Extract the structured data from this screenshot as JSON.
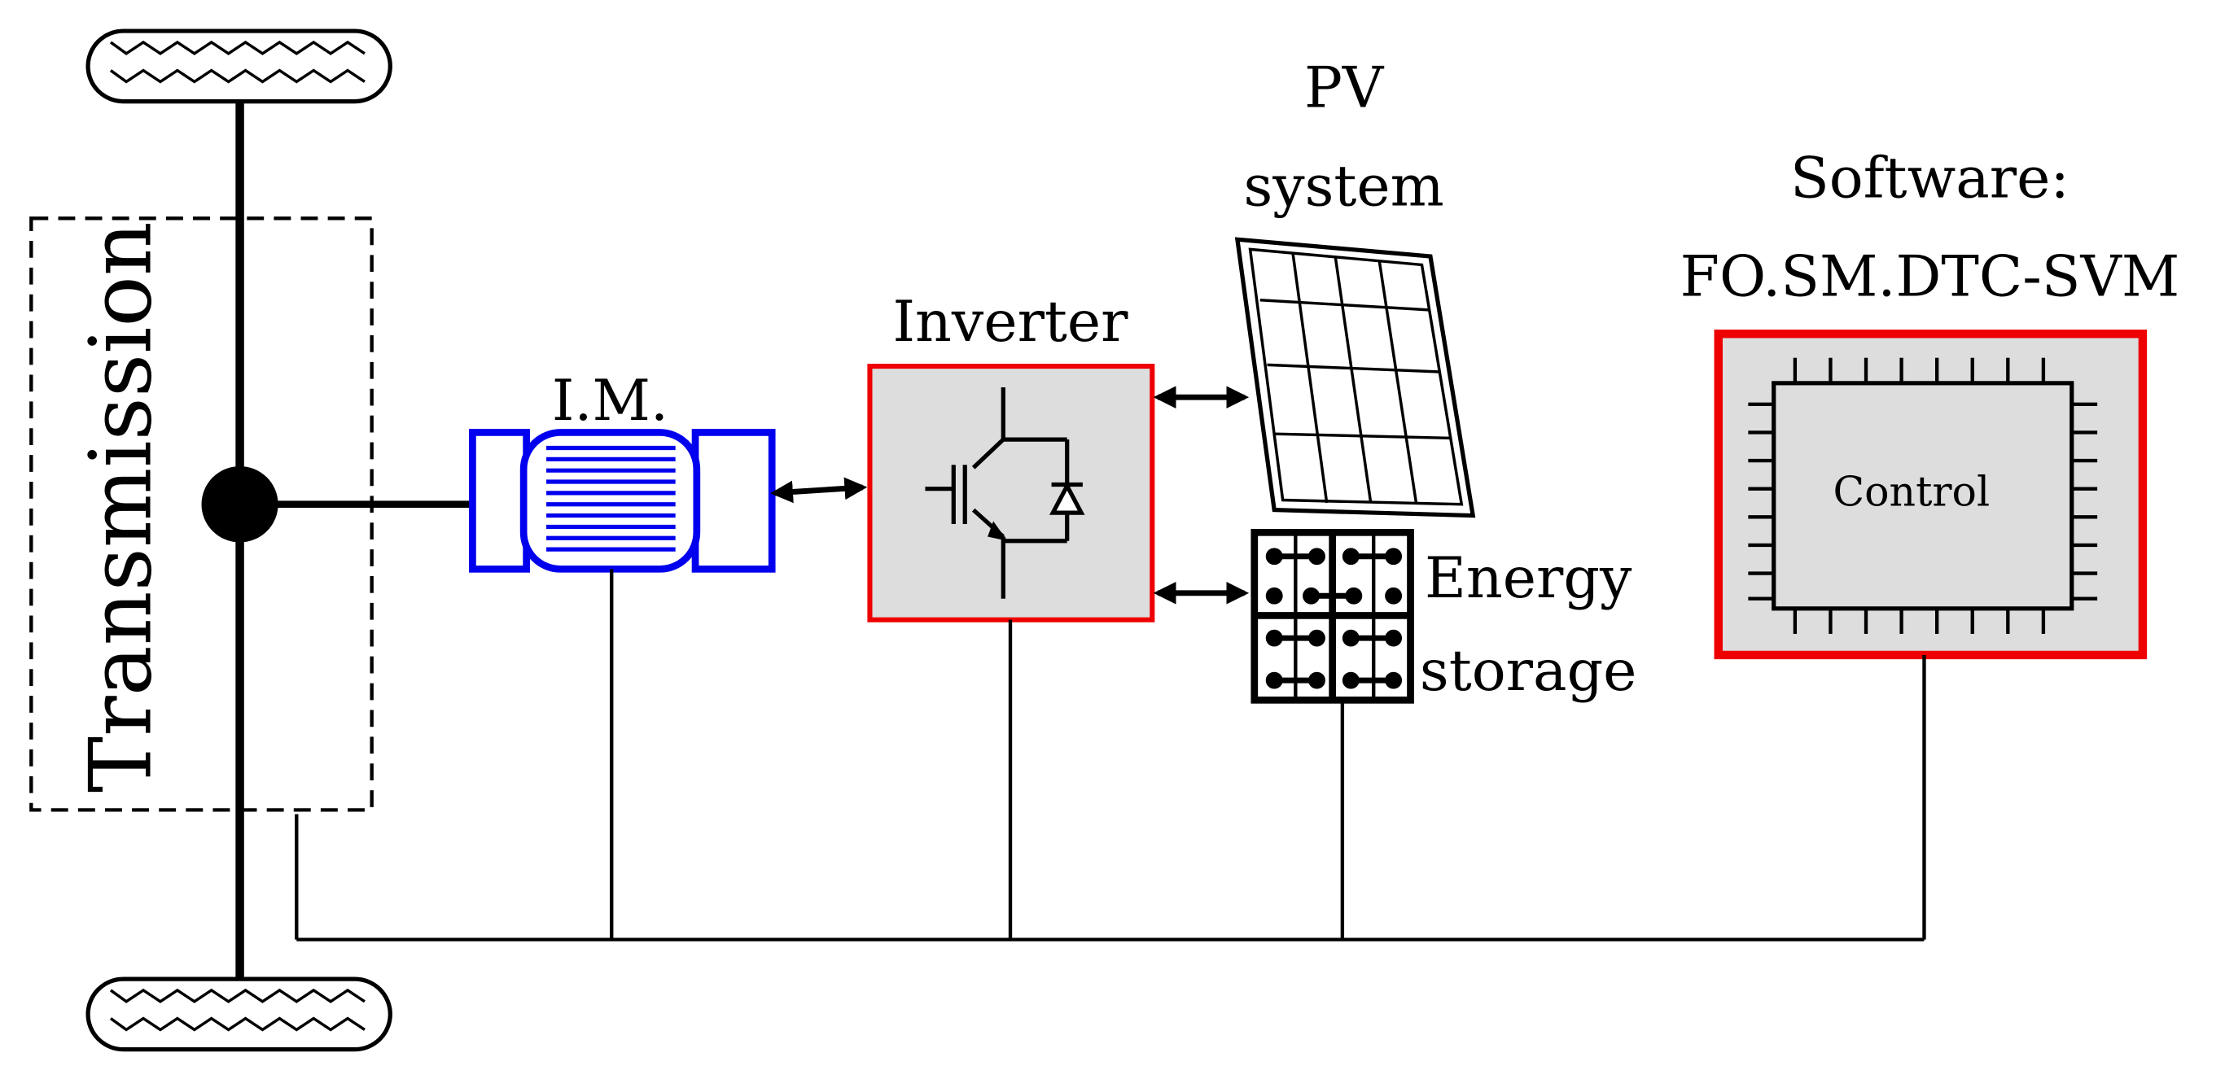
{
  "labels": {
    "transmission": "Transmission",
    "motor": "I.M.",
    "inverter": "Inverter",
    "pv_line1": "PV",
    "pv_line2": "system",
    "energy_line1": "Energy",
    "energy_line2": "storage",
    "software_line1": "Software:",
    "software_line2": "FO.SM.DTC-SVM",
    "control": "Control"
  },
  "colors": {
    "motor_outline": "#0000ee",
    "inverter_outline": "#ee0000",
    "controller_outline": "#ee0000",
    "box_fill": "#dddddd",
    "line": "#000000"
  },
  "icons": {
    "wheels": "tire-icon",
    "inverter_symbol": "igbt-diode-icon",
    "pv_panel": "solar-panel-icon",
    "battery": "battery-pack-icon",
    "chip": "microcontroller-icon"
  }
}
